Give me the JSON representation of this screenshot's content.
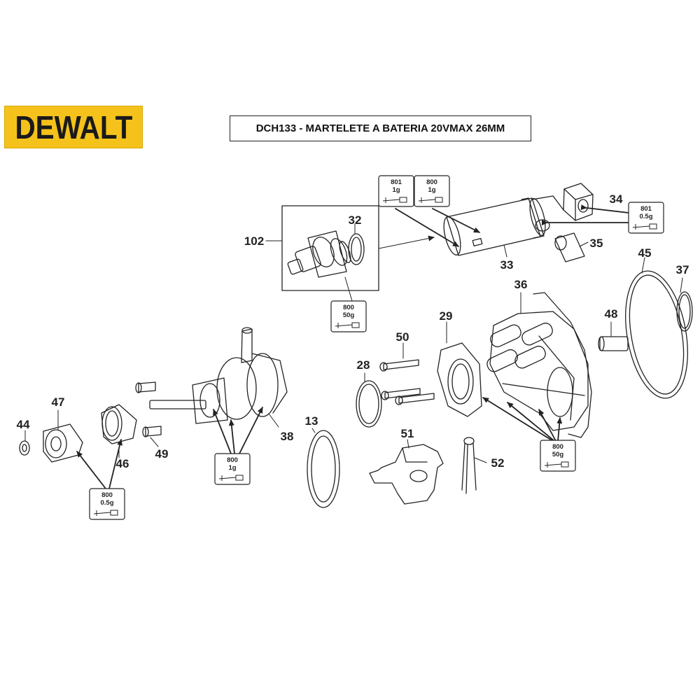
{
  "brand": {
    "logo_text": "DEWALT"
  },
  "title": "DCH133 - MARTELETE A BATERIA 20VMAX 26MM",
  "part_numbers": [
    "102",
    "32",
    "33",
    "34",
    "35",
    "45",
    "37",
    "36",
    "48",
    "29",
    "28",
    "50",
    "13",
    "51",
    "52",
    "47",
    "44",
    "46",
    "49",
    "38"
  ],
  "callout_tags": [
    {
      "code": "801",
      "qty": "1g"
    },
    {
      "code": "800",
      "qty": "1g"
    },
    {
      "code": "801",
      "qty": "0.5g"
    },
    {
      "code": "800",
      "qty": "50g"
    },
    {
      "code": "800",
      "qty": "50g"
    },
    {
      "code": "800",
      "qty": "1g"
    },
    {
      "code": "800",
      "qty": "0.5g"
    }
  ],
  "colors": {
    "logo_bg": "#f5c21b",
    "line": "#222222"
  }
}
